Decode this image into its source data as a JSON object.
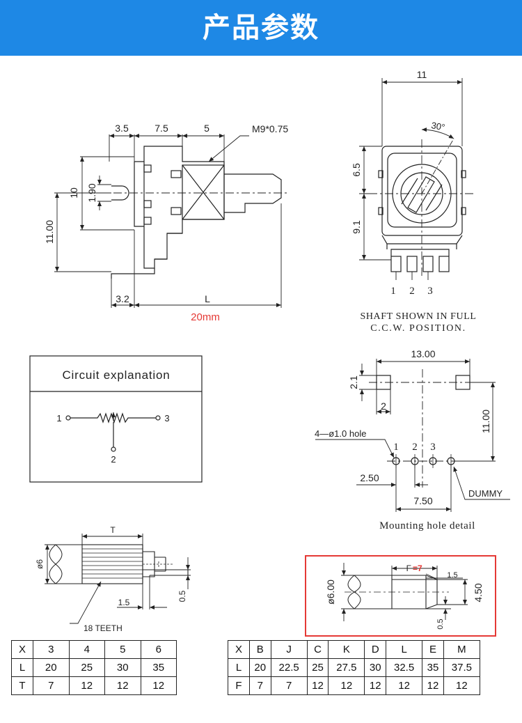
{
  "header": {
    "title": "产品参数",
    "bg_color": "#1e88e5"
  },
  "side_view": {
    "dim_top": [
      "3.5",
      "7.5",
      "5"
    ],
    "thread": "M9*0.75",
    "dim_10": "10",
    "dim_1_90": "1.90",
    "dim_11_00": "11.00",
    "dim_3_2": "3.2",
    "dim_L": "L",
    "length_label": "20mm",
    "accent_color": "#e53935"
  },
  "front_view": {
    "dim_width": "11",
    "angle": "30°",
    "dim_6_5": "6.5",
    "dim_9_1": "9.1",
    "pins": [
      "1",
      "2",
      "3"
    ],
    "caption_line1": "SHAFT SHOWN IN FULL",
    "caption_line2": "C.C.W. POSITION."
  },
  "circuit": {
    "title": "Circuit explanation",
    "pin_left": "1",
    "pin_right": "3",
    "pin_bottom": "2"
  },
  "mounting": {
    "dim_13_00": "13.00",
    "dim_2_1": "2.1",
    "dim_2": "2",
    "dim_11_00": "11.00",
    "hole_label": "4—ø1.0 hole",
    "pins": [
      "1",
      "2",
      "3"
    ],
    "dim_2_50": "2.50",
    "dim_7_50": "7.50",
    "dummy": "DUMMY",
    "caption": "Mounting hole detail"
  },
  "knurled_shaft": {
    "dim_T": "T",
    "dim_d6": "ø6",
    "dim_1_5": "1.5",
    "dim_0_5": "0.5",
    "teeth": "18 TEETH"
  },
  "d_shaft": {
    "dim_F": "F",
    "dim_F_value": "=7",
    "dim_1_5": "1.5",
    "dim_d6_00": "ø6.00",
    "dim_4_50": "4.50",
    "dim_0_5": "0.5",
    "highlight_color": "#e53935"
  },
  "table_left": {
    "rows": [
      [
        "X",
        "3",
        "4",
        "5",
        "6"
      ],
      [
        "L",
        "20",
        "25",
        "30",
        "35"
      ],
      [
        "T",
        "7",
        "12",
        "12",
        "12"
      ]
    ]
  },
  "table_right": {
    "rows": [
      [
        "X",
        "B",
        "J",
        "C",
        "K",
        "D",
        "L",
        "E",
        "M"
      ],
      [
        "L",
        "20",
        "22.5",
        "25",
        "27.5",
        "30",
        "32.5",
        "35",
        "37.5"
      ],
      [
        "F",
        "7",
        "7",
        "12",
        "12",
        "12",
        "12",
        "12",
        "12"
      ]
    ]
  }
}
